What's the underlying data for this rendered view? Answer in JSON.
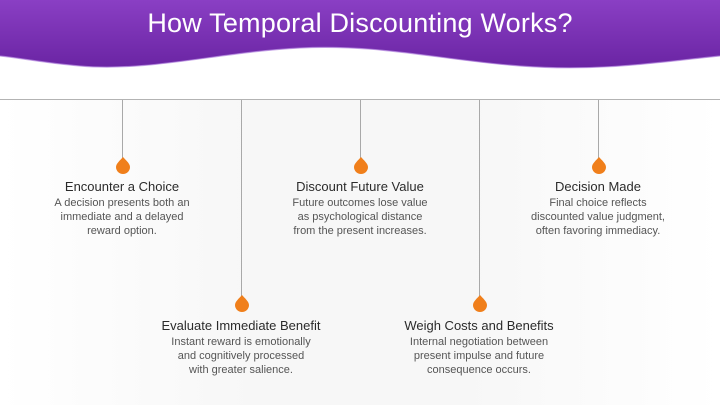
{
  "title": "How Temporal Discounting Works?",
  "colors": {
    "header_purple": "#7b31b3",
    "pin_orange": "#f07f1b",
    "line_gray": "#a9a9a9"
  },
  "steps": [
    {
      "title": "Encounter a Choice",
      "lines": [
        "A decision presents both an",
        "immediate and a delayed",
        "reward option."
      ]
    },
    {
      "title": "Evaluate Immediate Benefit",
      "lines": [
        "Instant reward is emotionally",
        "and cognitively processed",
        "with greater salience."
      ]
    },
    {
      "title": "Discount Future Value",
      "lines": [
        "Future outcomes lose value",
        "as psychological distance",
        "from the present increases."
      ]
    },
    {
      "title": "Weigh Costs and Benefits",
      "lines": [
        "Internal negotiation between",
        "present impulse and future",
        "consequence occurs."
      ]
    },
    {
      "title": "Decision Made",
      "lines": [
        "Final choice reflects",
        "discounted value judgment,",
        "often favoring immediacy."
      ]
    }
  ]
}
